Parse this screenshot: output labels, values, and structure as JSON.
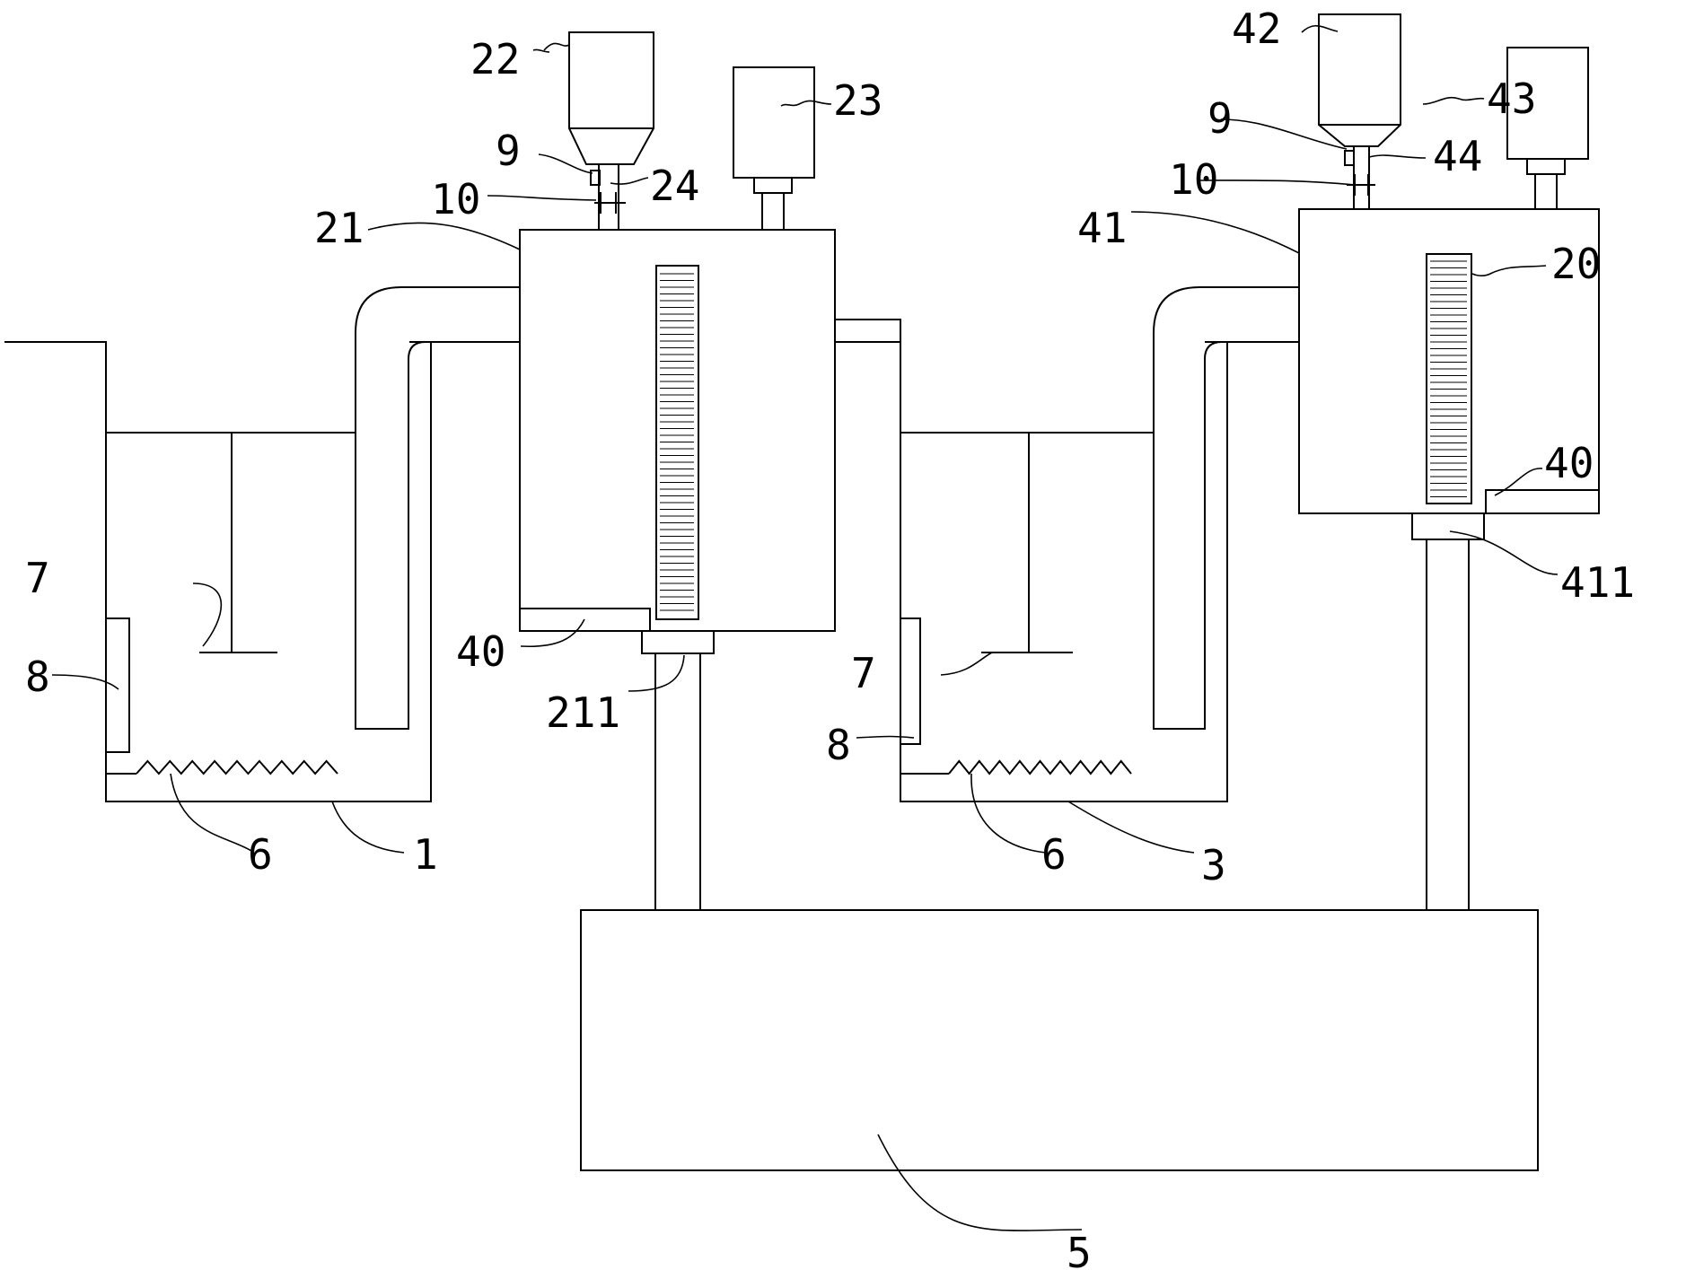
{
  "labels": {
    "basin_1": "1",
    "basin_3": "3",
    "tank_5": "5",
    "heater_left": "6",
    "heater_right": "6",
    "plate_left": "7",
    "plate_right": "7",
    "gauge_left": "8",
    "gauge_right": "8",
    "valve9_left": "9",
    "valve9_right": "9",
    "valve10_left": "10",
    "valve10_right": "10",
    "scale_20": "20",
    "reactor_21": "21",
    "hopper_22": "22",
    "motor_23": "23",
    "pipe_24": "24",
    "filter40_left": "40",
    "filter40_right": "40",
    "reactor_41": "41",
    "hopper_42": "42",
    "motor_43": "43",
    "pipe_44": "44",
    "outlet_211": "211",
    "outlet_411": "411"
  }
}
